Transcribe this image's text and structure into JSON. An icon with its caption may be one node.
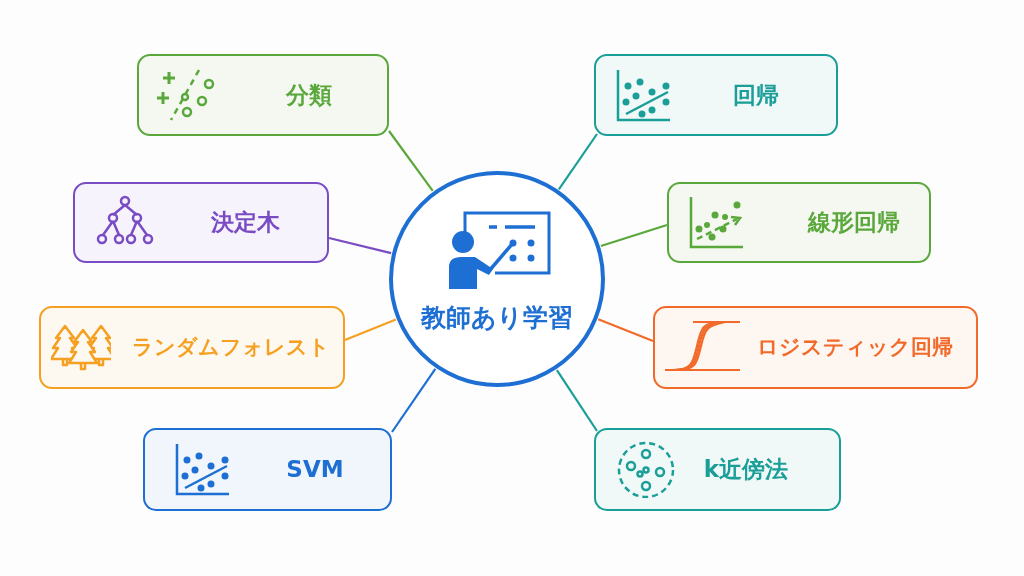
{
  "diagram": {
    "nodes": [
      {
        "text": [
          "教師あり学習"
        ]
      },
      {
        "text": [
          "分類"
        ]
      },
      {
        "text": [
          "決定木"
        ]
      },
      {
        "text": [
          "ランダムフォレスト"
        ]
      },
      {
        "text": [
          "SVM"
        ]
      },
      {
        "text": [
          "回帰"
        ]
      },
      {
        "text": [
          "線形回帰"
        ]
      },
      {
        "text": [
          "ロジスティック回帰"
        ]
      },
      {
        "text": [
          "k近傍法"
        ]
      }
    ],
    "edges": [
      {
        "from": 0,
        "to": 1,
        "arrow": "none",
        "color": "#5aa83c"
      },
      {
        "from": 0,
        "to": 2,
        "arrow": "none",
        "color": "#7a4cc4"
      },
      {
        "from": 0,
        "to": 3,
        "arrow": "none",
        "color": "#f5a021"
      },
      {
        "from": 0,
        "to": 4,
        "arrow": "none",
        "color": "#1e6fd4"
      },
      {
        "from": 0,
        "to": 5,
        "arrow": "none",
        "color": "#1a9e98"
      },
      {
        "from": 0,
        "to": 6,
        "arrow": "none",
        "color": "#5aa83c"
      },
      {
        "from": 0,
        "to": 7,
        "arrow": "none",
        "color": "#f26a2a"
      },
      {
        "from": 0,
        "to": 8,
        "arrow": "none",
        "color": "#1a9e98"
      }
    ]
  }
}
